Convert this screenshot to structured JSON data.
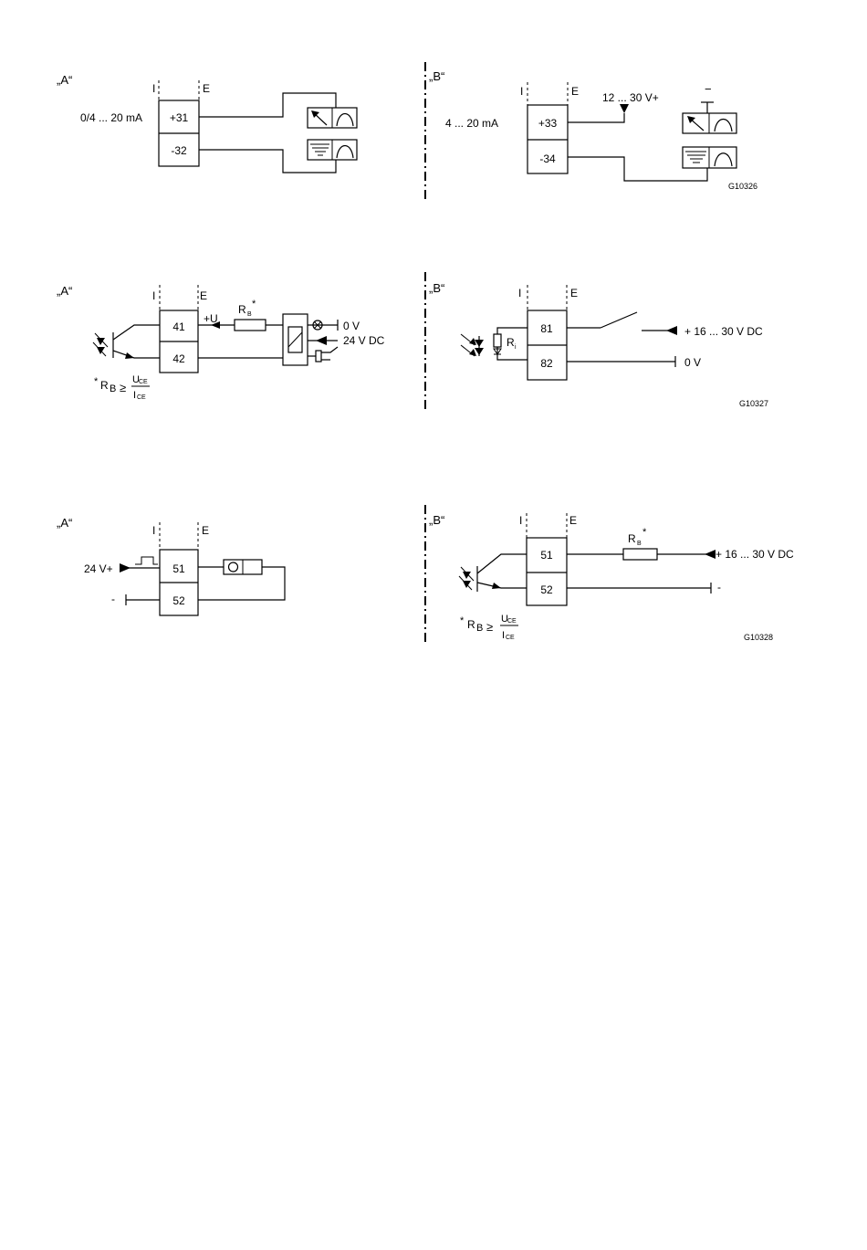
{
  "labels": {
    "A": "„A“",
    "B": "„B“",
    "I": "I",
    "E": "E"
  },
  "row1": {
    "a_signal": "0/4 ... 20 mA",
    "a_t1": "+31",
    "a_t2": "-32",
    "b_signal": "4 ... 20 mA",
    "b_t1": "+33",
    "b_t2": "-34",
    "b_supply": "12 ... 30 V+",
    "b_minus": "−",
    "code": "G10326"
  },
  "row2": {
    "a_t1": "41",
    "a_t2": "42",
    "a_plus_u": "+U",
    "rb_R": "R",
    "rb_sub": "B",
    "rb_star": "*",
    "a_0v": "0 V",
    "a_24vdc": "24 V DC",
    "formula_star": "*",
    "formula_R": "R",
    "formula_B": "B",
    "formula_ge": "≥",
    "formula_U": "U",
    "formula_ce": "CE",
    "formula_I": "I",
    "b_t1": "81",
    "b_t2": "82",
    "ri_R": "R",
    "ri_sub": "i",
    "b_supply": "+ 16 ... 30 V DC",
    "b_0v": "0 V",
    "code": "G10327"
  },
  "row3": {
    "a_t1": "51",
    "a_t2": "52",
    "a_24v": "24 V+",
    "a_minus": "-",
    "b_t1": "51",
    "b_t2": "52",
    "rb_R": "R",
    "rb_sub": "B",
    "rb_star": "*",
    "b_supply": "+ 16 ... 30 V DC",
    "b_minus": "-",
    "formula_star": "*",
    "formula_R": "R",
    "formula_B": "B",
    "formula_ge": "≥",
    "formula_U": "U",
    "formula_ce": "CE",
    "formula_I": "I",
    "code": "G10328"
  }
}
